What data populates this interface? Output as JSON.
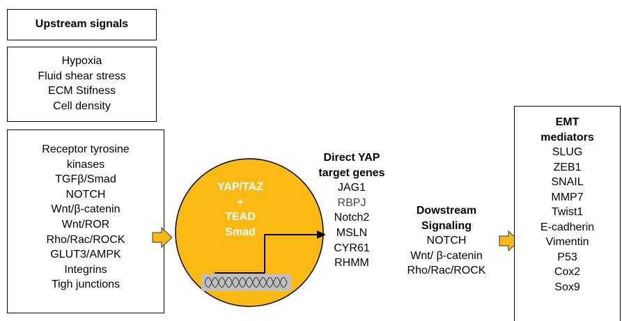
{
  "upstream": {
    "title": "Upstream signals",
    "mechanical": [
      "Hypoxia",
      "Fluid shear stress",
      "ECM Stifness",
      "Cell density"
    ],
    "biochemical": [
      "Receptor tyrosine",
      "kinases",
      "TGFβ/Smad",
      "NOTCH",
      "Wnt/β-catenin",
      "Wnt/ROR",
      "Rho/Rac/ROCK",
      "GLUT3/AMPK",
      "Integrins",
      "Tigh junctions"
    ]
  },
  "core": {
    "lines": [
      "YAP/TAZ",
      "+",
      "TEAD",
      "Smad"
    ],
    "circle_color": "#FBB913",
    "dna_box_color": "#BFBFBF"
  },
  "targets": {
    "title_line1": "Direct YAP",
    "title_line2": "target genes",
    "genes": [
      "JAG1",
      "RBPJ",
      "Notch2",
      "MSLN",
      "CYR61",
      "RHMM"
    ]
  },
  "downstream": {
    "title_line1": "Dowstream",
    "title_line2": "Signaling",
    "items": [
      "NOTCH",
      "Wnt/ β-catenin",
      "Rho/Rac/ROCK"
    ]
  },
  "emt": {
    "title_line1": "EMT",
    "title_line2": "mediators",
    "items": [
      "SLUG",
      "ZEB1",
      "SNAIL",
      "MMP7",
      "Twist1",
      "E-cadherin",
      "Vimentin",
      "P53",
      "Cox2",
      "Sox9"
    ]
  },
  "colors": {
    "arrow_fill": "#FBB913",
    "arrow_stroke": "#333333",
    "outline": "#000000"
  }
}
